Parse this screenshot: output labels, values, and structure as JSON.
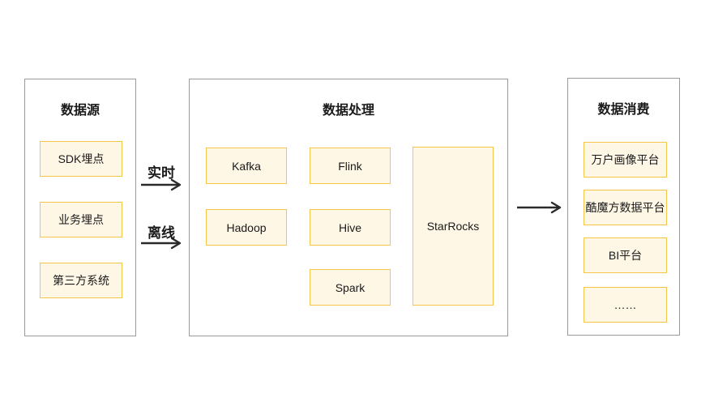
{
  "diagram": {
    "panels": {
      "source": {
        "title": "数据源"
      },
      "processing": {
        "title": "数据处理"
      },
      "consumption": {
        "title": "数据消费"
      }
    },
    "nodes": {
      "sdk": "SDK埋点",
      "biz": "业务埋点",
      "third": "第三方系统",
      "kafka": "Kafka",
      "flink": "Flink",
      "hadoop": "Hadoop",
      "hive": "Hive",
      "spark": "Spark",
      "starrocks": "StarRocks",
      "portrait": "万户画像平台",
      "cube": "酷魔方数据平台",
      "bi": "BI平台",
      "more": "……"
    },
    "flow_labels": {
      "realtime": "实时",
      "offline": "离线"
    },
    "colors": {
      "node_border": "#f3c64a",
      "node_fill": "#fef7e6",
      "panel_border": "#9a9a9a",
      "connector": "#b0b0b0",
      "arrowhead": "#3d3d3d",
      "main_arrow": "#2b2b2b",
      "text": "#1a1a1a"
    }
  }
}
